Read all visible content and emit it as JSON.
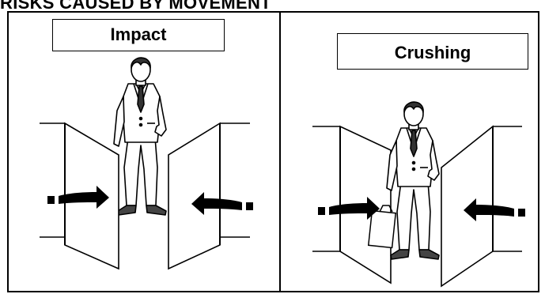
{
  "heading": "RISKS CAUSED BY MOVEMENT",
  "panels": [
    {
      "label": "Impact"
    },
    {
      "label": "Crushing"
    }
  ]
}
